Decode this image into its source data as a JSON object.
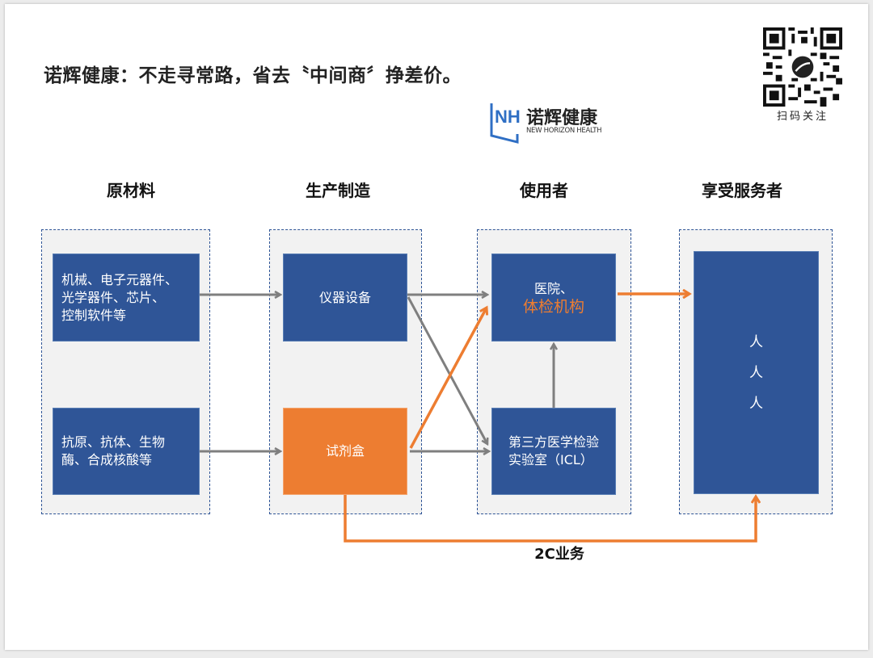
{
  "title": "诺辉健康：不走寻常路，省去〝中间商〞挣差价。",
  "logo": {
    "cn": "诺辉健康",
    "en": "NEW HORIZON HEALTH",
    "mark": "NH"
  },
  "qr": {
    "caption": "扫码关注",
    "icon": "qr-code"
  },
  "columns": [
    {
      "header": "原材料"
    },
    {
      "header": "生产制造"
    },
    {
      "header": "使用者"
    },
    {
      "header": "享受服务者"
    }
  ],
  "boxes": {
    "raw_hardware": [
      "机械、电子元器件、",
      "光学器件、芯片、",
      "控制软件等"
    ],
    "raw_bio": [
      "抗原、抗体、生物",
      "酶、合成核酸等"
    ],
    "instruments": "仪器设备",
    "reagent_kit": "试剂盒",
    "hospital_line1": "医院、",
    "hospital_line2": "体检机构",
    "icl": [
      "第三方医学检验",
      "实验室（ICL）"
    ],
    "people": [
      "人",
      "人",
      "人"
    ]
  },
  "flow_label": "2C业务",
  "colors": {
    "blue": "#2f5597",
    "orange": "#ed7d31",
    "gray_arrow": "#7f7f7f",
    "group_bg": "#f2f2f2"
  }
}
